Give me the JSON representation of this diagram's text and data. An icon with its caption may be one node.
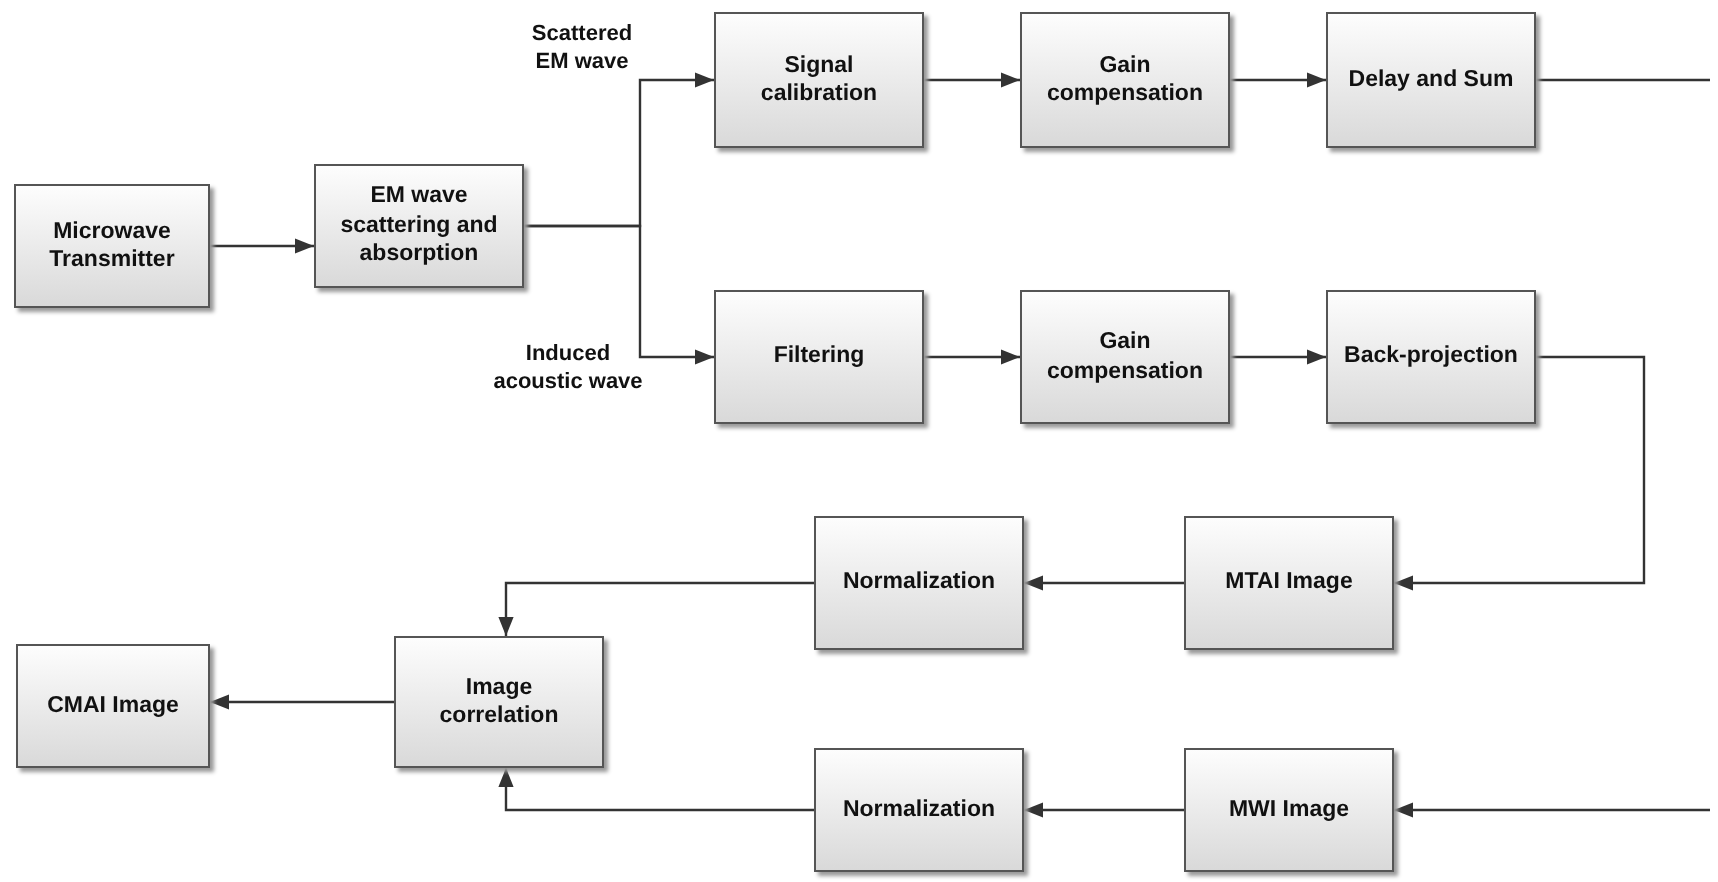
{
  "diagram": {
    "nodes": [
      {
        "text": [
          "Microwave Transmitter"
        ]
      },
      {
        "text": [
          "EM wave scattering and absorption"
        ]
      },
      {
        "text": [
          "Signal calibration"
        ]
      },
      {
        "text": [
          "Gain compensation"
        ]
      },
      {
        "text": [
          "Delay and Sum"
        ]
      },
      {
        "text": [
          "Filtering"
        ]
      },
      {
        "text": [
          "Gain compensation"
        ]
      },
      {
        "text": [
          "Back-projection"
        ]
      },
      {
        "text": [
          "Normalization"
        ]
      },
      {
        "text": [
          "MTAI Image"
        ]
      },
      {
        "text": [
          "CMAI Image"
        ]
      },
      {
        "text": [
          "Image correlation"
        ]
      },
      {
        "text": [
          "Normalization"
        ]
      },
      {
        "text": [
          "MWI Image"
        ]
      }
    ],
    "edges": [
      {
        "from": 0,
        "to": 1,
        "arrow": "to"
      },
      {
        "from": 1,
        "to": 2,
        "arrow": "to",
        "label": "Scattered EM wave"
      },
      {
        "from": 1,
        "to": 5,
        "arrow": "to",
        "label": "Induced acoustic wave"
      },
      {
        "from": 2,
        "to": 3,
        "arrow": "to"
      },
      {
        "from": 3,
        "to": 4,
        "arrow": "to"
      },
      {
        "from": 4,
        "to": null,
        "arrow": "none"
      },
      {
        "from": 5,
        "to": 6,
        "arrow": "to"
      },
      {
        "from": 6,
        "to": 7,
        "arrow": "to"
      },
      {
        "from": 7,
        "to": 9,
        "arrow": "to"
      },
      {
        "from": 9,
        "to": 8,
        "arrow": "to"
      },
      {
        "from": 8,
        "to": 11,
        "arrow": "to"
      },
      {
        "from": null,
        "to": 13,
        "arrow": "to"
      },
      {
        "from": 13,
        "to": 12,
        "arrow": "to"
      },
      {
        "from": 12,
        "to": 11,
        "arrow": "to"
      },
      {
        "from": 11,
        "to": 10,
        "arrow": "to"
      }
    ]
  }
}
